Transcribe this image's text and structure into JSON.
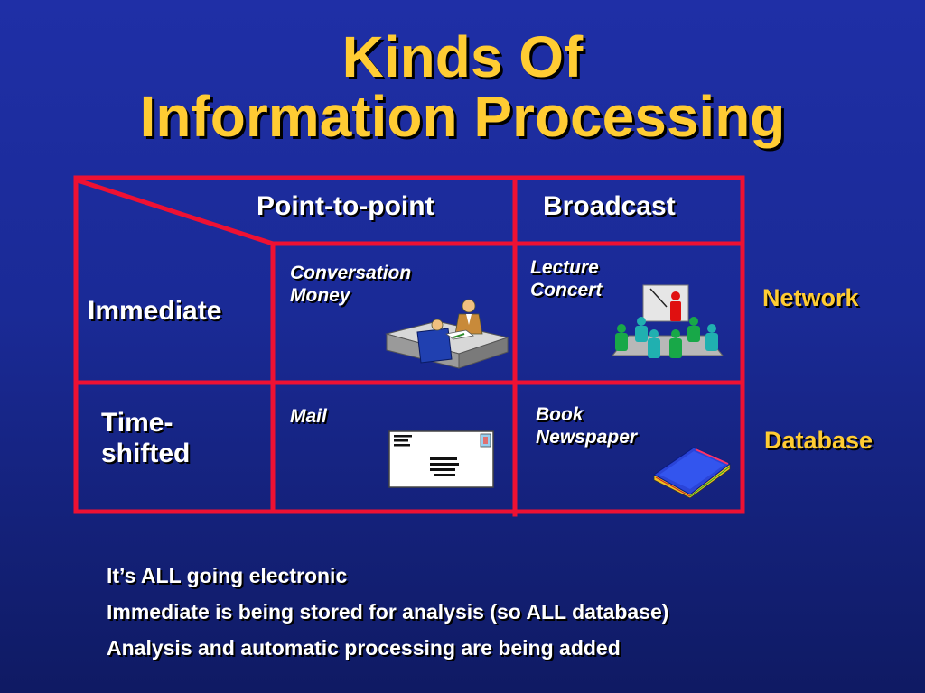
{
  "slide": {
    "title_line1": "Kinds Of",
    "title_line2": "Information Processing"
  },
  "table": {
    "col_point": "Point-to-point",
    "col_broadcast": "Broadcast",
    "row_immediate": "Immediate",
    "row_time_line1": "Time-",
    "row_time_line2": "shifted",
    "cells": {
      "immediate_point_line1": "Conversation",
      "immediate_point_line2": "Money",
      "immediate_broadcast_line1": "Lecture",
      "immediate_broadcast_line2": "Concert",
      "time_point": "Mail",
      "time_broadcast_line1": "Book",
      "time_broadcast_line2": "Newspaper"
    },
    "side_network": "Network",
    "side_database": "Database",
    "grid_color": "#ee1133"
  },
  "bullets": [
    "It’s ALL going electronic",
    "Immediate is being stored for analysis (so ALL database)",
    "Analysis and automatic processing are being added"
  ],
  "icons": {
    "meeting": "desk-meeting-icon",
    "lecture": "lecture-audience-icon",
    "mail": "envelope-icon",
    "book": "book-icon"
  }
}
